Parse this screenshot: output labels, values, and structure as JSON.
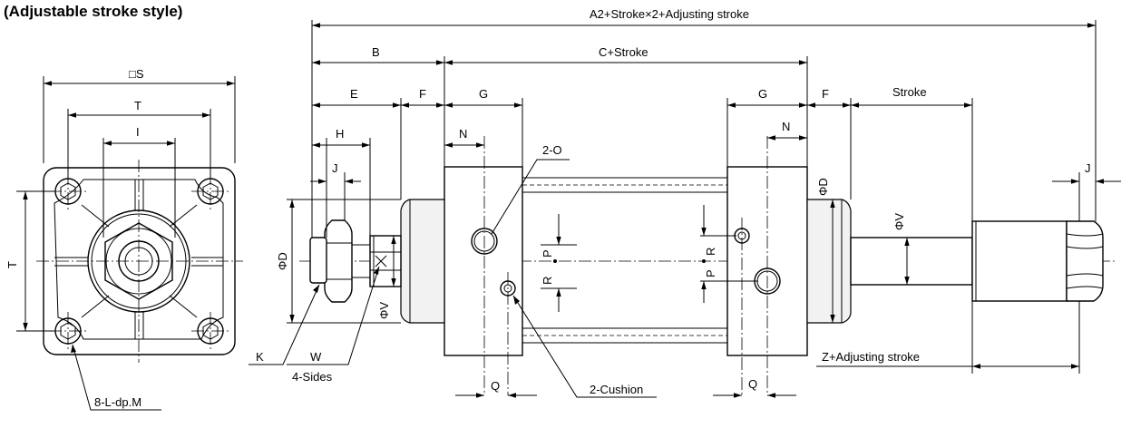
{
  "title": "(Adjustable stroke style)",
  "labels": {
    "overall_length": "A2+Stroke×2+Adjusting stroke",
    "b": "B",
    "c_stroke": "C+Stroke",
    "e": "E",
    "f": "F",
    "g": "G",
    "h": "H",
    "j": "J",
    "n": "N",
    "stroke": "Stroke",
    "two_o": "2-O",
    "phi_d": "ΦD",
    "phi_v": "ΦV",
    "p": "P",
    "r": "R",
    "q": "Q",
    "k": "K",
    "w": "W",
    "four_sides": "4-Sides",
    "two_cushion": "2-Cushion",
    "z_adjust": "Z+Adjusting stroke",
    "square_s": "□S",
    "t": "T",
    "i": "I",
    "eight_l": "8-L-dp.M"
  }
}
